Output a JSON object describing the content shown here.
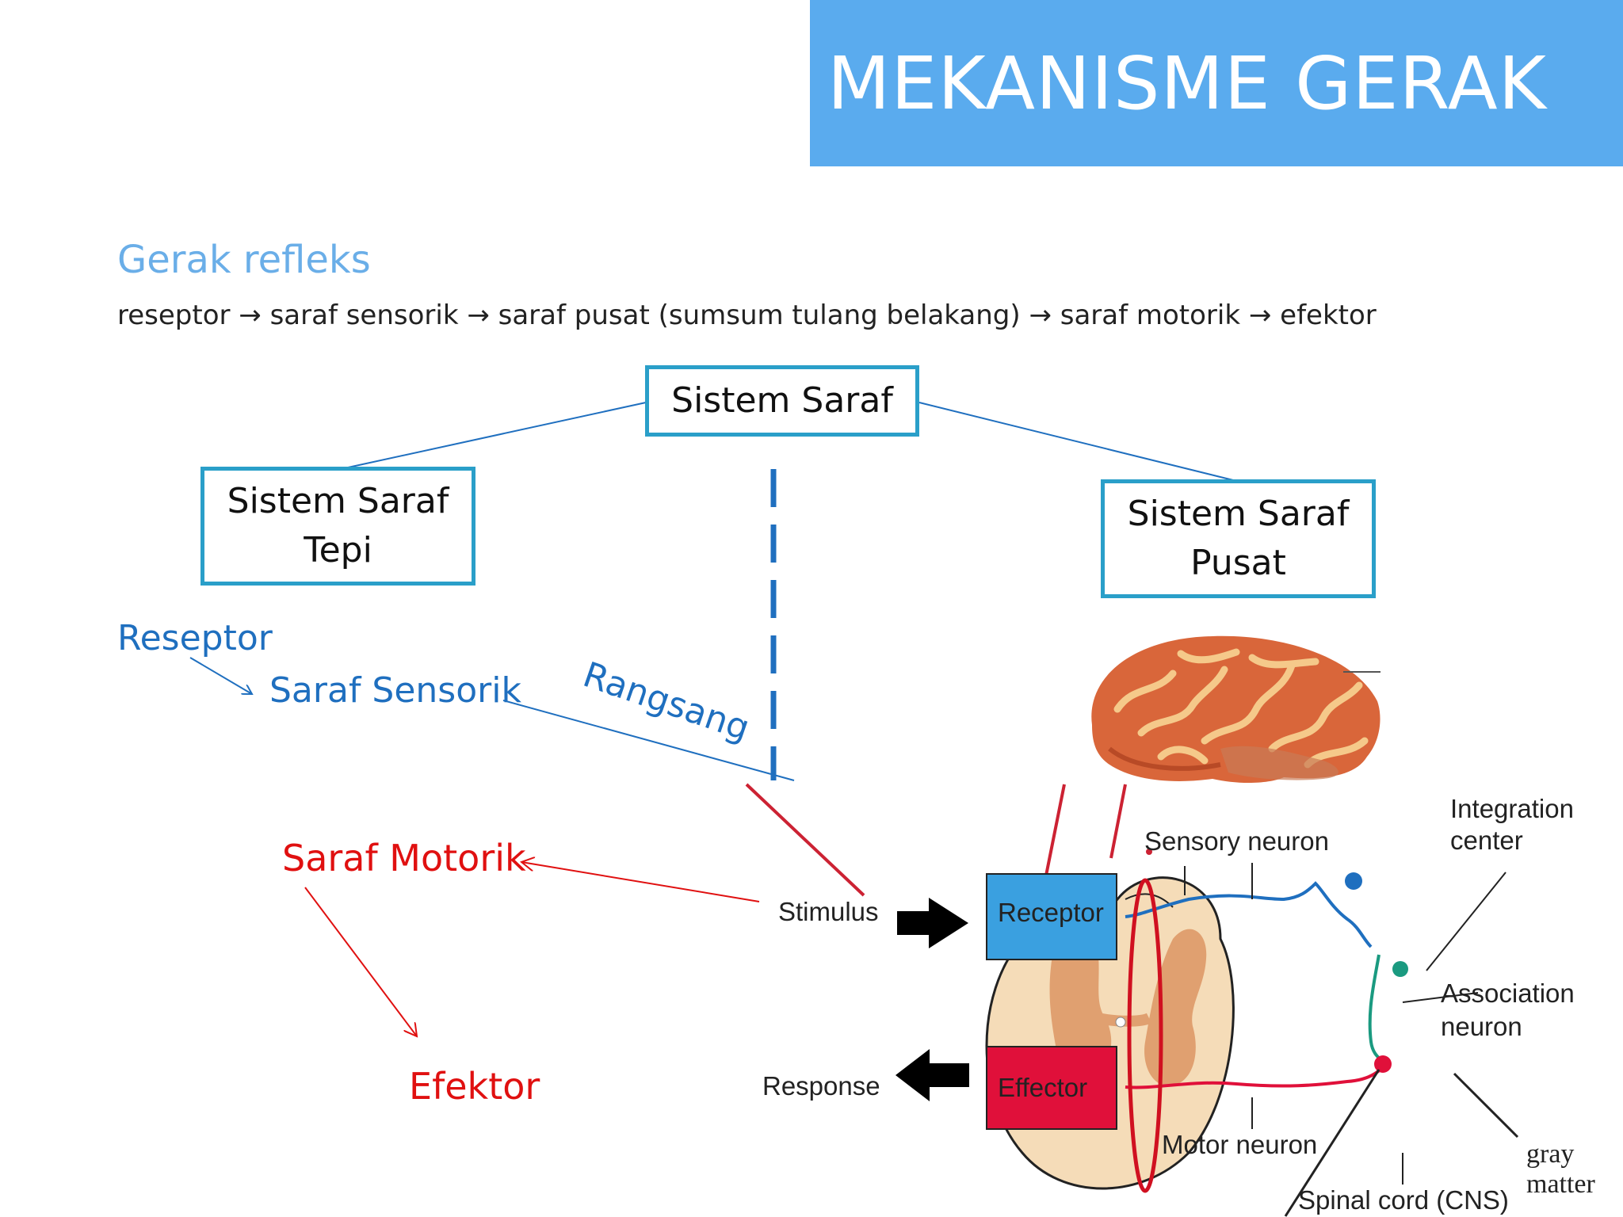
{
  "slide": {
    "title": "MEKANISME GERAK",
    "subtitle": "Gerak refleks",
    "flow_text": "reseptor → saraf sensorik → saraf pusat (sumsum tulang belakang) → saraf motorik → efektor"
  },
  "tree": {
    "root": "Sistem Saraf",
    "left_line1": "Sistem Saraf",
    "left_line2": "Tepi",
    "right_line1": "Sistem Saraf",
    "right_line2": "Pusat"
  },
  "labels": {
    "reseptor": "Reseptor",
    "saraf_sensorik": "Saraf Sensorik",
    "rangsang": "Rangsang",
    "saraf_motorik": "Saraf Motorik",
    "efektor": "Efektor"
  },
  "diagram": {
    "stimulus": "Stimulus",
    "receptor": "Receptor",
    "response": "Response",
    "effector": "Effector",
    "sensory_neuron": "Sensory neuron",
    "integration_center_1": "Integration",
    "integration_center_2": "center",
    "association_neuron_1": "Association",
    "association_neuron_2": "neuron",
    "motor_neuron": "Motor neuron",
    "spinal_cord": "Spinal cord (CNS)",
    "gray_matter_1": "gray",
    "gray_matter_2": "matter"
  },
  "colors": {
    "title_bar": "#5aabee",
    "box_border": "#2a9fc9",
    "blue_text": "#1f6fbf",
    "red_text": "#e01010",
    "receptor_fill": "#3aa0e0",
    "effector_fill": "#e0103a"
  }
}
